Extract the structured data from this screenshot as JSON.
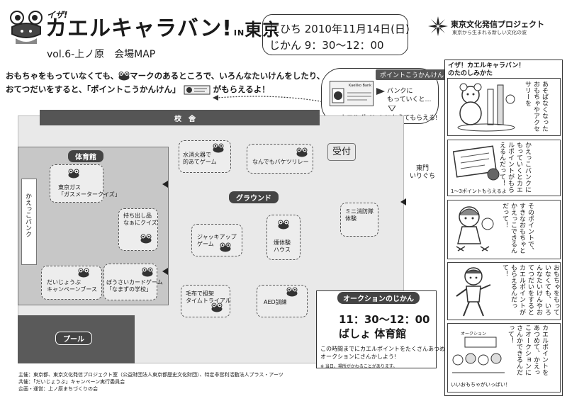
{
  "header": {
    "title_small": "イザ!",
    "title_main": "カエルキャラバン!",
    "title_in": "IN",
    "title_city": "東京",
    "vol_line": "vol.6-上ノ原　会場MAP",
    "date_line": "にひち 2010年11月14日(日)",
    "time_line": "じかん 9：30〜12：00",
    "org_name": "東京文化発信プロジェクト",
    "org_sub": "東京から生まれる新しい文化の波"
  },
  "intro": {
    "line1a": "おもちゃをもっていなくても、",
    "line1b": "マークのあるところで、いろんなたいけんをしたり、",
    "line2a": "おてつだいをすると、「ポイントこうかんけん」",
    "line2b": "がもらえるよ！"
  },
  "point_bubble": {
    "tab": "ポイントこうかんけん",
    "card_title": "Kaeliko Bank",
    "bank_line1": "バンクに",
    "bank_line2": "もっていくと…",
    "exchange": "カエルポイントにかえてもらえる!"
  },
  "map": {
    "school": "校　舎",
    "gym": "体育館",
    "pool": "プール",
    "ground": "グラウンド",
    "bank": "かえっこバンク",
    "reception": "受付",
    "east_gate_1": "東門",
    "east_gate_2": "いりぐち",
    "booths": [
      {
        "l1": "東京ガス",
        "l2": "「ガスメータークイズ」"
      },
      {
        "l1": "持ち出し品",
        "l2": "なぁにクイズ"
      },
      {
        "l1": "だいじょうぶ",
        "l2": "キャンペーンブース"
      },
      {
        "l1": "ぼうさいカードゲーム",
        "l2": "「なまずの学校」"
      },
      {
        "l1": "水消火器で",
        "l2": "的あてゲーム"
      },
      {
        "l1": "なんでもバケツリレー",
        "l2": ""
      },
      {
        "l1": "ジャッキアップ",
        "l2": "ゲーム"
      },
      {
        "l1": "煙体験",
        "l2": "ハウス"
      },
      {
        "l1": "ミニ消防隊",
        "l2": "体験"
      },
      {
        "l1": "毛布で担架",
        "l2": "タイムトライアル"
      },
      {
        "l1": "AED訓練",
        "l2": ""
      }
    ]
  },
  "auction": {
    "tab": "オークションのじかん",
    "time": "11：30〜12：00",
    "place": "ばしょ 体育館",
    "desc1": "この時間までにカエルポイントをたくさんあつめて、",
    "desc2": "オークションにさんかしよう!",
    "note": "※ 当日、場所がかわることがあります。"
  },
  "credits": {
    "c1": "主催：東京都、東京文化発信プロジェクト室（公益財団法人東京都歴史文化財団）、特定非営利活動法人プラス・アーツ",
    "c2": "共催：「だいじょうぶ」キャンペーン実行委員会",
    "c3": "企画・運営：上ノ原まちづくりの会"
  },
  "howto": {
    "title1": "イザ！カエルキャラバン！",
    "title2": "のたのしみかた",
    "p1": "あそばなくなったおもちゃやアクセサリーを",
    "p2": "かえっこバンクにもっていくとカエルポイントがもらえるんだって！",
    "p2_caption": "1〜3ポイントもらえるよ",
    "p3": "そのポイントで、すきなおもちゃとかえっこできるんだって！",
    "p4": "おもちゃをもっていなくても、いろんなたいけんやおてつだいをするとカエルポイントがもらえるんだって！",
    "p5": "カエルポイントをあつめて、かえっこオークションにさんかできるんだって！",
    "p5_caption": "いいおもちゃがいっぱい！",
    "p5_sign": "オークション"
  }
}
